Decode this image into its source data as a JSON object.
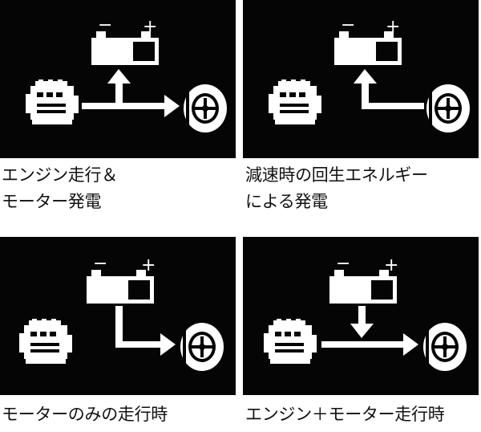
{
  "panels": [
    {
      "caption_lines": [
        "エンジン走行＆",
        "モーター発電"
      ],
      "flow": "engine-to-wheel-and-battery"
    },
    {
      "caption_lines": [
        "減速時の回生エネルギー",
        "による発電"
      ],
      "flow": "wheel-to-battery"
    },
    {
      "caption_lines": [
        "モーターのみの走行時"
      ],
      "flow": "battery-to-wheel"
    },
    {
      "caption_lines": [
        "エンジン＋モーター走行時"
      ],
      "flow": "engine-and-battery-to-wheel"
    }
  ],
  "battery": {
    "minus": "−",
    "plus": "+"
  },
  "icons": [
    "battery-icon",
    "engine-icon",
    "wheel-icon",
    "arrow-icon"
  ],
  "colors": {
    "panel_bg": "#050505",
    "icon": "#ffffff",
    "caption": "#111111"
  }
}
